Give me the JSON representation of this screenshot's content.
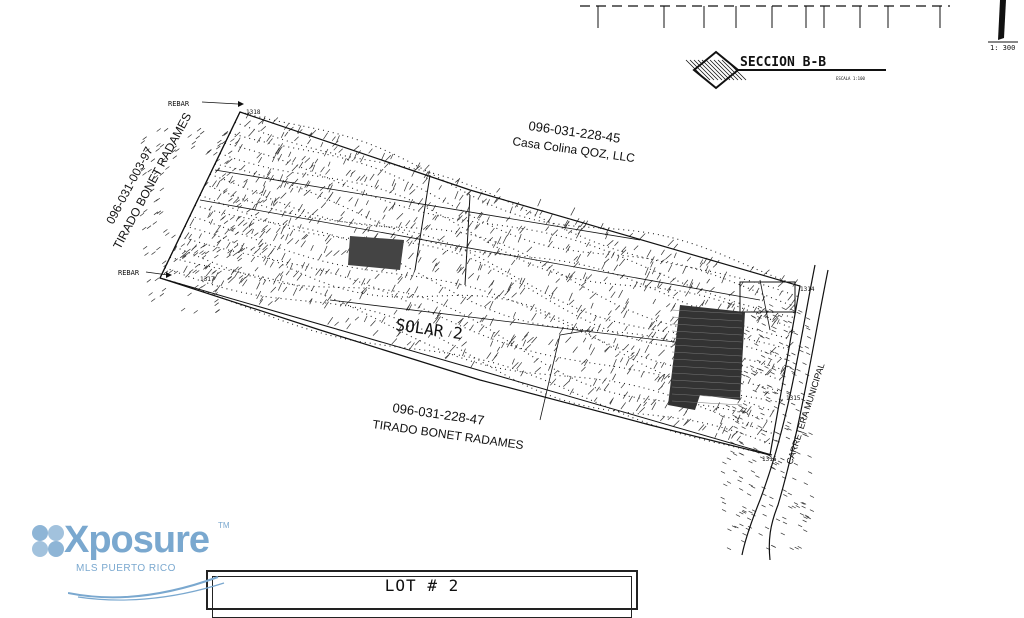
{
  "section": {
    "title": "SECCION B-B",
    "scale_note": "ESCALA 1:100"
  },
  "north": {
    "scale": "1: 300"
  },
  "parcels": {
    "north_id": "096-031-228-45",
    "north_owner": "Casa Colina QOZ, LLC",
    "west_id": "096-031-003-97",
    "west_owner": "TIRADO BONET RADAMES",
    "south_id": "096-031-228-47",
    "south_owner": "TIRADO BONET RADAMES"
  },
  "lot_label": "SOLAR 2",
  "road_label": "CARRETERA MUNICIPAL",
  "markers": {
    "rebar_top": "REBAR",
    "rebar_left": "REBAR"
  },
  "points": {
    "p1318": "1318",
    "p1317": "1317",
    "p1314": "1314",
    "p1315": "1315",
    "p1316": "1316"
  },
  "footer": {
    "lot_title": "LOT # 2"
  },
  "brand": {
    "word": "Xposure",
    "tm": "TM",
    "sub": "MLS PUERTO RICO"
  },
  "colors": {
    "ink": "#111111",
    "brand": "#7aa8cf",
    "paper": "#ffffff"
  }
}
